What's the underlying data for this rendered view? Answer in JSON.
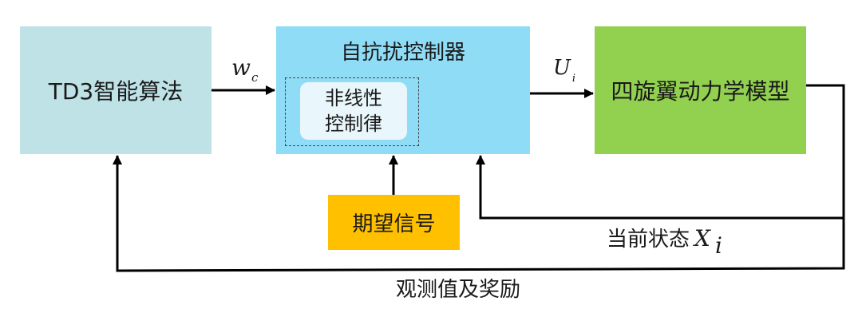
{
  "blocks": {
    "td3": {
      "label": "TD3智能算法",
      "color": "#bfe2e6"
    },
    "adrc": {
      "label": "自抗扰控制器",
      "color": "#8fdcf7",
      "inner": {
        "line1": "非线性",
        "line2": "控制律"
      }
    },
    "quadrotor": {
      "label": "四旋翼动力学模型",
      "color": "#92d050"
    },
    "reference": {
      "label": "期望信号",
      "color": "#ffc000"
    }
  },
  "signals": {
    "wc": {
      "symbol": "w",
      "subscript": "c"
    },
    "ui": {
      "symbol": "U",
      "subscript": "i"
    },
    "state": {
      "text": "当前状态",
      "symbol": "X",
      "subscript": "i"
    },
    "feedback": {
      "text": "观测值及奖励"
    }
  },
  "colors": {
    "line": "#000000"
  }
}
